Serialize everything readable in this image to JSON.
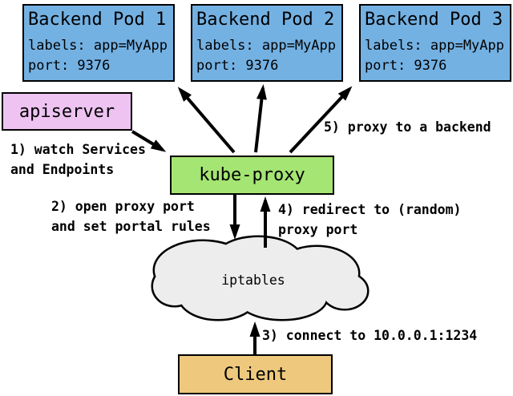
{
  "colors": {
    "pod_fill": "#74b1e3",
    "apiserver_fill": "#eec3f2",
    "kube_proxy_fill": "#a5e573",
    "client_fill": "#edc87d",
    "cloud_fill": "#ededed",
    "line_color": "#000000"
  },
  "pods": [
    {
      "title": "Backend Pod 1",
      "labels_line": "labels: app=MyApp",
      "port_line": "port: 9376"
    },
    {
      "title": "Backend Pod 2",
      "labels_line": "labels: app=MyApp",
      "port_line": "port: 9376"
    },
    {
      "title": "Backend Pod 3",
      "labels_line": "labels: app=MyApp",
      "port_line": "port: 9376"
    }
  ],
  "nodes": {
    "apiserver": "apiserver",
    "kube_proxy": "kube-proxy",
    "iptables": "iptables",
    "client": "Client"
  },
  "annotations": {
    "step1": "1) watch Services\nand Endpoints",
    "step2": "2) open proxy port\nand set portal rules",
    "step3": "3) connect to 10.0.0.1:1234",
    "step4": "4) redirect to (random)\nproxy port",
    "step5": "5) proxy to a backend"
  }
}
